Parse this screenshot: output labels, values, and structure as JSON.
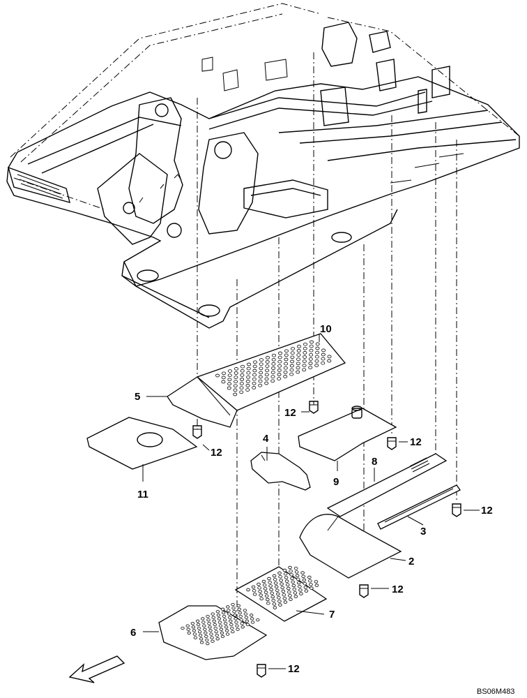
{
  "drawing_code": "BS06M483",
  "callouts": {
    "p2": "2",
    "p3": "3",
    "p4": "4",
    "p5": "5",
    "p6": "6",
    "p7": "7",
    "p8": "8",
    "p9": "9",
    "p10": "10",
    "p11": "11",
    "p12a": "12",
    "p12b": "12",
    "p12c": "12",
    "p12d": "12",
    "p12e": "12",
    "p12f": "12"
  }
}
